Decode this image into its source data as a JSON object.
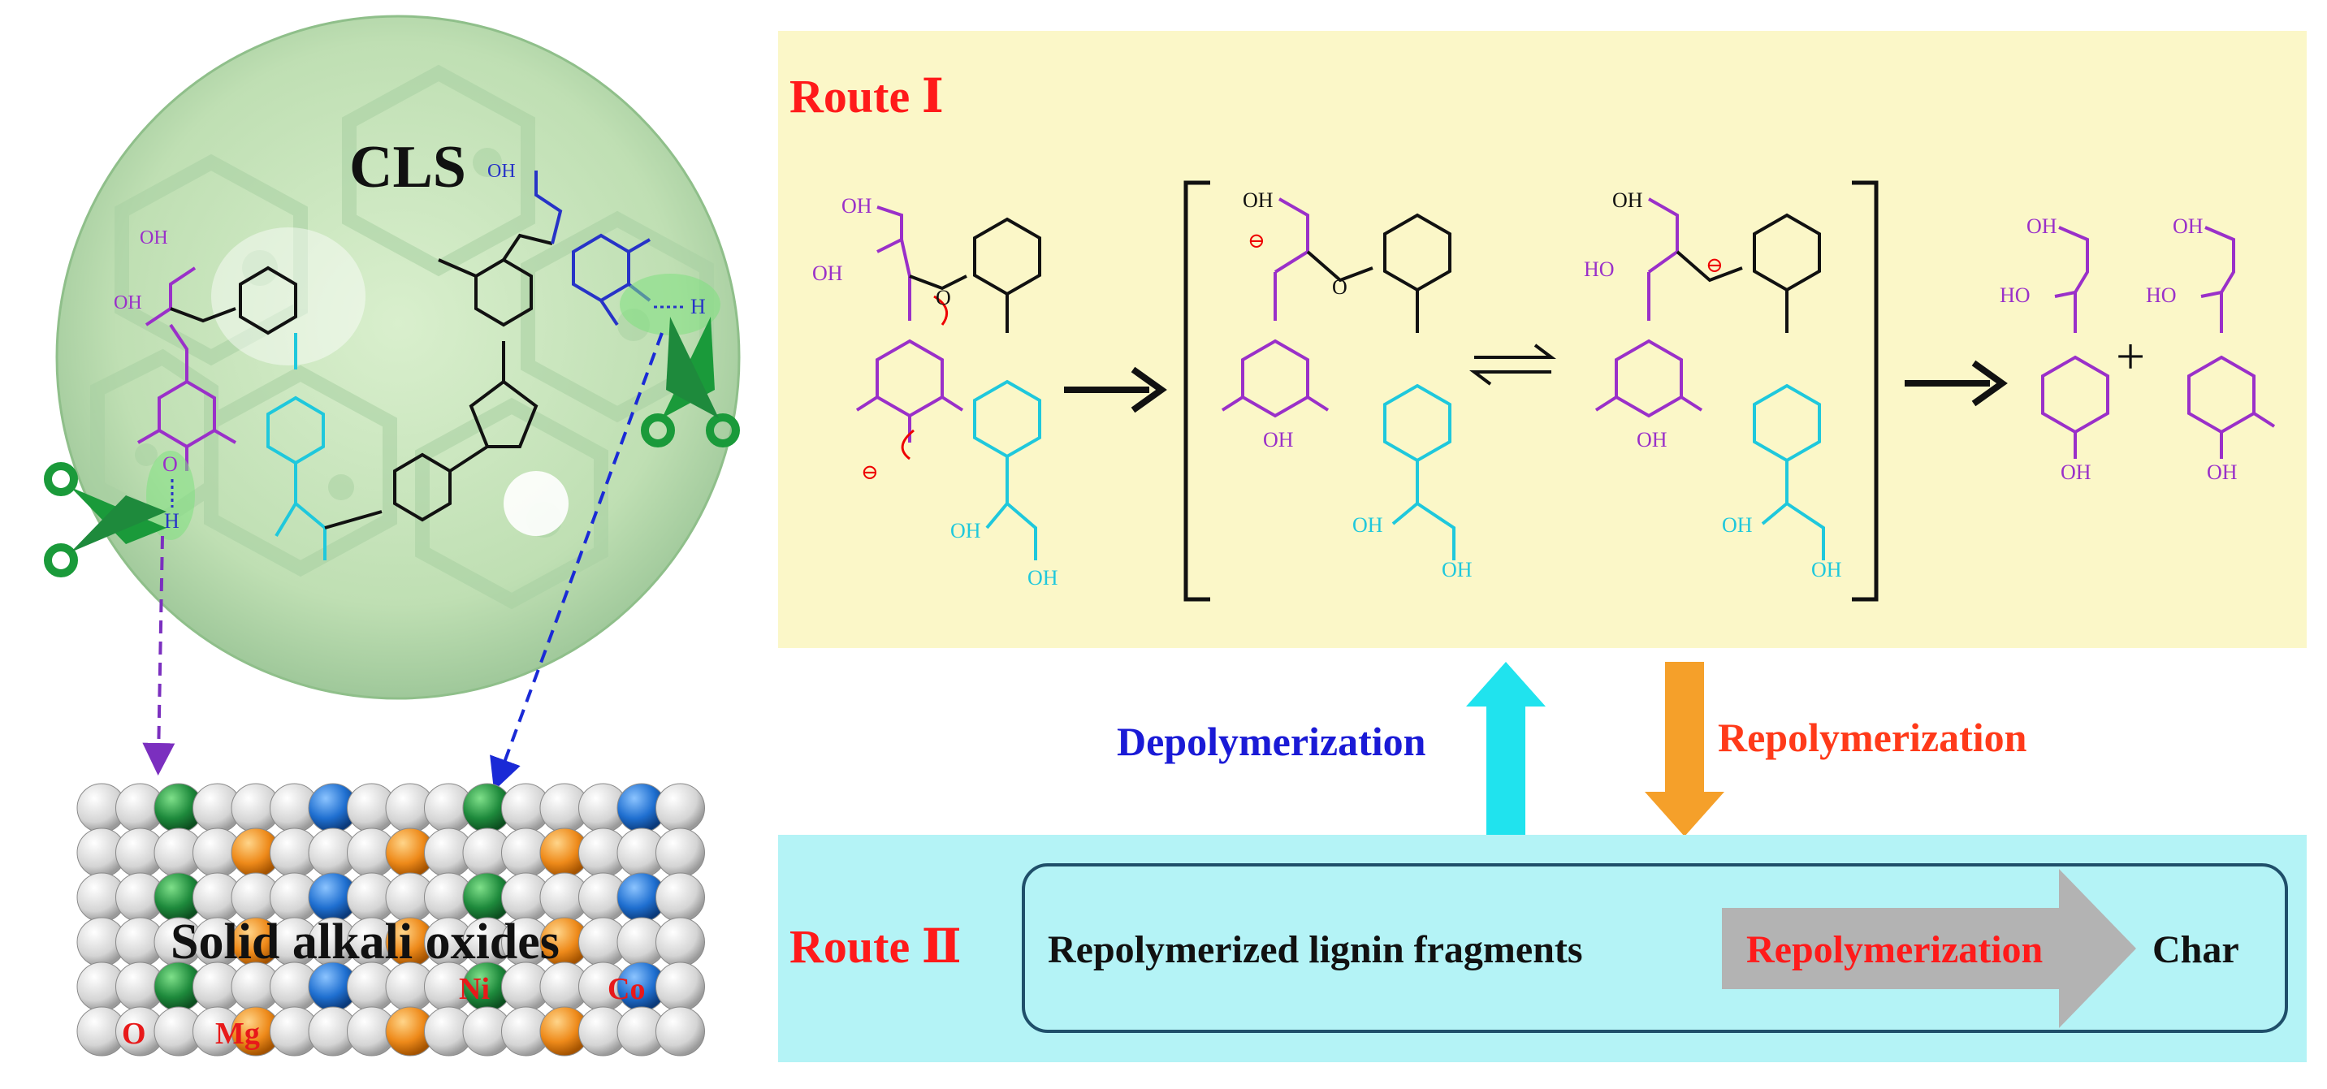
{
  "colors": {
    "route1_bg": "#fbf7c8",
    "route2_bg": "#b4f3f6",
    "route_title": "#ff1a1a",
    "depolymerization_text": "#1a1ad6",
    "repolymerization_text": "#ff3a1a",
    "cyan_arrow": "#20e3ee",
    "orange_arrow": "#f5a02a",
    "purple_bond": "#9a30c9",
    "cyan_bond": "#1fc8dc",
    "blue_bond": "#2733c7",
    "nickel_green": "#1e8a3c",
    "cobalt_blue": "#1f6fd0",
    "magnesium_orange": "#ee8a1a",
    "oxygen_white": "#e8e8e8"
  },
  "cls": {
    "title": "CLS",
    "scissors_left_icon": "scissors-icon",
    "scissors_right_icon": "scissors-icon",
    "atom_labels": {
      "oh": "OH",
      "oh_left": "OH",
      "oh_top": "OH",
      "o": "O",
      "h": "H",
      "h_right": "H"
    }
  },
  "oxides": {
    "title": "Solid alkali oxides",
    "legend": [
      "O",
      "Mg",
      "Ni",
      "Co"
    ]
  },
  "route1": {
    "title": "Route Ⅰ",
    "labels": {
      "oh": "OH",
      "ho": "HO",
      "o": "O",
      "minus": "⊖"
    },
    "plus": "+"
  },
  "middle": {
    "depolymerization": "Depolymerization",
    "repolymerization": "Repolymerization"
  },
  "route2": {
    "title": "Route Ⅱ",
    "fragments": "Repolymerized lignin fragments",
    "arrow_label": "Repolymerization",
    "product": "Char"
  }
}
